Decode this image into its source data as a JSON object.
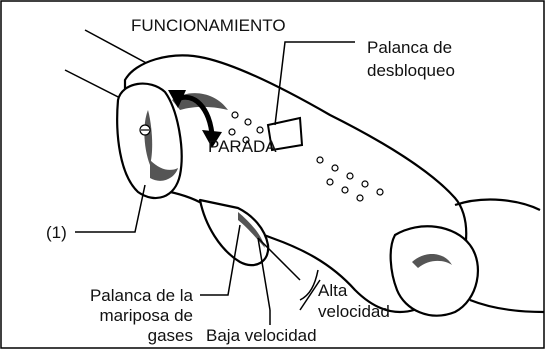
{
  "labels": {
    "funcionamiento": "FUNCIONAMIENTO",
    "parada": "PARADA",
    "palanca_desbloqueo_line1": "Palanca de",
    "palanca_desbloqueo_line2": "desbloqueo",
    "callout_1": "(1)",
    "palanca_mariposa_line1": "Palanca de la",
    "palanca_mariposa_line2": "mariposa de",
    "palanca_mariposa_line3": "gases",
    "alta_velocidad_line1": "Alta",
    "alta_velocidad_line2": "velocidad",
    "baja_velocidad": "Baja velocidad"
  }
}
